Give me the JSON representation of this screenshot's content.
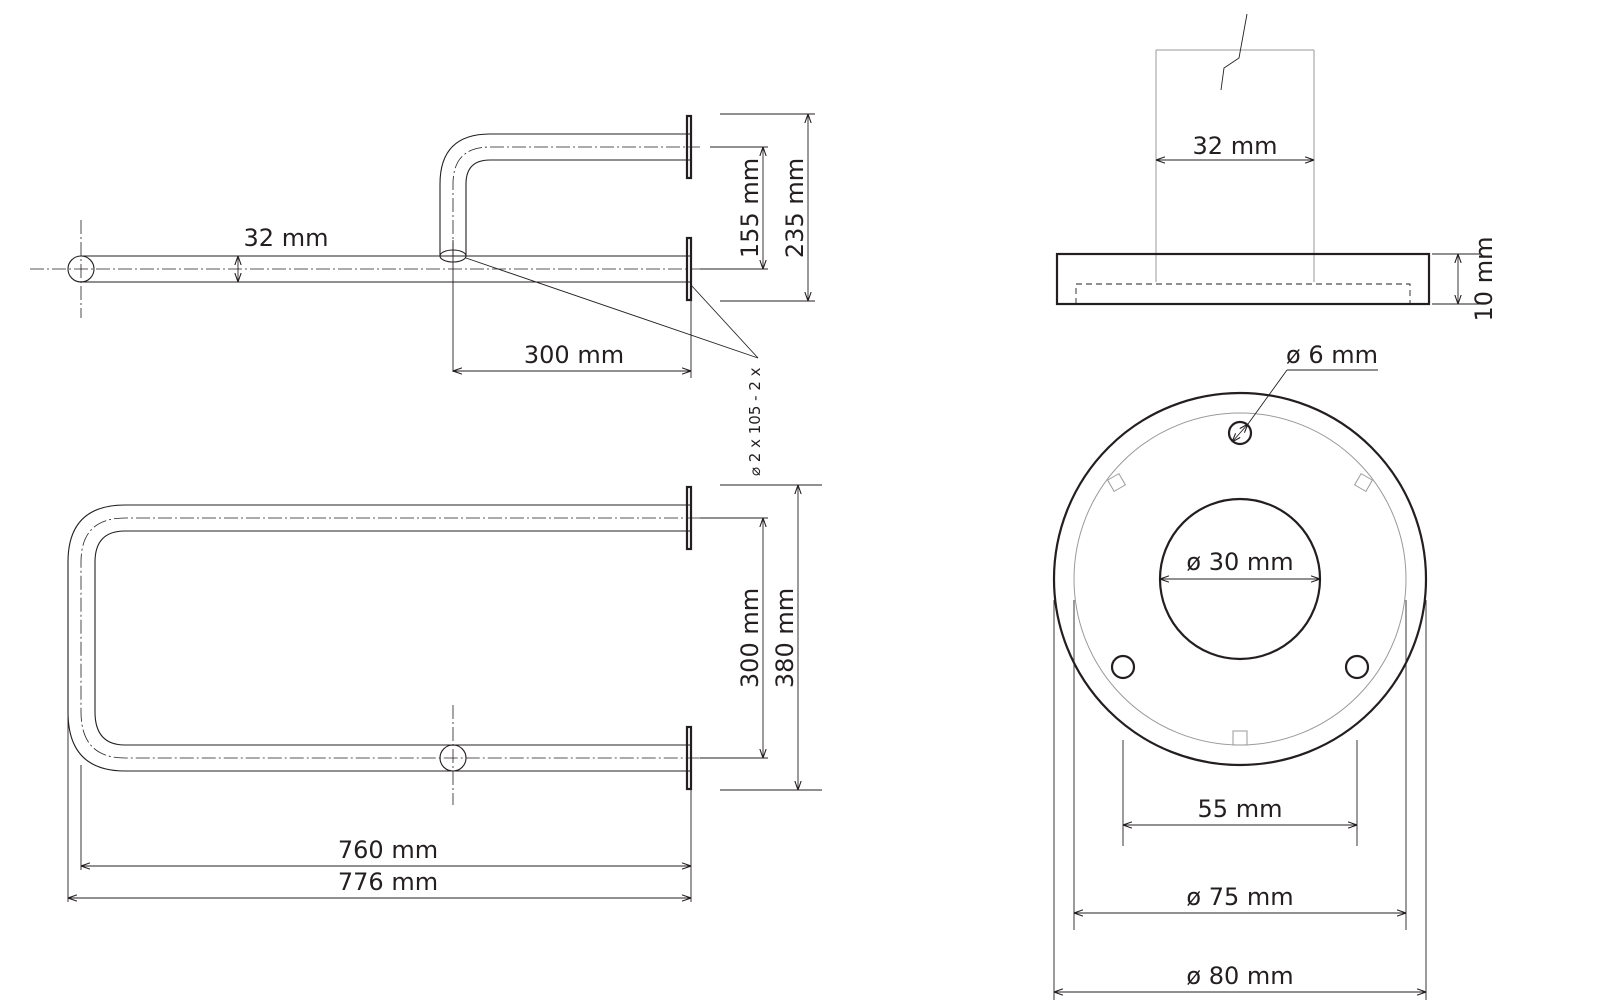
{
  "side_view": {
    "tube_diameter": "32 mm",
    "offset_length": "300 mm",
    "height_inner": "155 mm",
    "height_outer": "235 mm",
    "fixing_note": "⌀ 2 x 105 - 2 x"
  },
  "top_view": {
    "width_inner": "300 mm",
    "width_outer": "380 mm",
    "length_inner": "760 mm",
    "length_outer": "776 mm"
  },
  "flange_side": {
    "tube_diameter": "32 mm",
    "thickness": "10 mm"
  },
  "flange_front": {
    "hole_diameter": "ø 6 mm",
    "center_hole_diameter": "ø 30 mm",
    "hole_spacing": "55 mm",
    "inner_diameter": "ø 75 mm",
    "outer_diameter": "ø 80 mm"
  },
  "colors": {
    "ink": "#231f20",
    "light": "#9a9a9a"
  }
}
